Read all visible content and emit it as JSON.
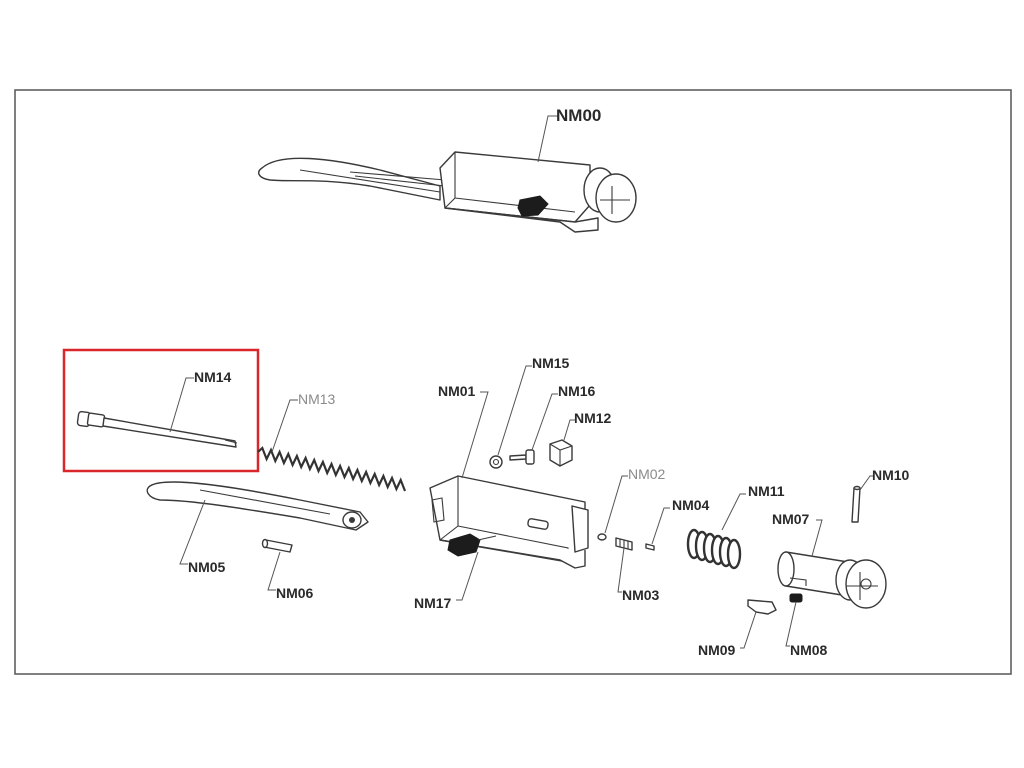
{
  "highlight": {
    "color": "#d9262b",
    "part": "NM14"
  },
  "labels": {
    "NM00": "NM00",
    "NM01": "NM01",
    "NM03": "NM03",
    "NM04": "NM04",
    "NM05": "NM05",
    "NM06": "NM06",
    "NM07": "NM07",
    "NM08": "NM08",
    "NM09": "NM09",
    "NM10": "NM10",
    "NM11": "NM11",
    "NM12": "NM12",
    "NM13": "NM13",
    "NM14": "NM14",
    "NM15": "NM15",
    "NM16": "NM16",
    "NM17": "NM17",
    "NM02": "NM02"
  }
}
